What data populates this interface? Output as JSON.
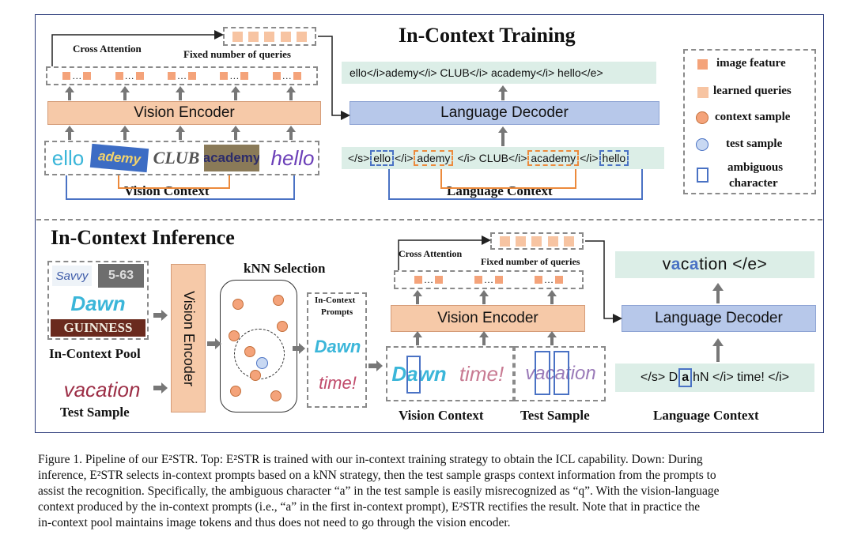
{
  "top": {
    "title": "In-Context Training",
    "cross_attention": "Cross Attention",
    "fixed_queries": "Fixed number of queries",
    "vision_encoder": "Vision Encoder",
    "language_decoder": "Language Decoder",
    "output_sequence": "ello</i>ademy</i> CLUB</i> academy</i> hello</e>",
    "input_seq": {
      "p1": "</s>",
      "w1": "ello",
      "p2": "</i>",
      "w2": "ademy",
      "p3": "</i> CLUB</i>",
      "w3": "academy",
      "p4": "</i>",
      "w4": "hello"
    },
    "vision_words": [
      "ello",
      "ademy",
      "CLUB",
      "academy",
      "hello"
    ],
    "vision_context": "Vision Context",
    "language_context": "Language Context"
  },
  "legend": {
    "image_feature": "image feature",
    "learned_queries": "learned queries",
    "context_sample": "context sample",
    "test_sample": "test sample",
    "ambiguous": "ambiguous",
    "character": "character"
  },
  "bottom": {
    "title": "In-Context Inference",
    "knn": "kNN  Selection",
    "prompts_line1": "In-Context",
    "prompts_line2": "Prompts",
    "cross_attention": "Cross Attention",
    "fixed_queries": "Fixed number of queries",
    "vision_encoder_vertical": "Vision Encoder",
    "vision_encoder": "Vision Encoder",
    "language_decoder": "Language Decoder",
    "output": {
      "pre": "v",
      "a1": "a",
      "mid": "c",
      "a2": "a",
      "post": "tion </e>"
    },
    "pool_words": [
      "Savvy",
      "5-63",
      "Dawn",
      "GUINNESS"
    ],
    "in_context_pool": "In-Context Pool",
    "test_word": "vacation",
    "test_sample": "Test Sample",
    "prompt_words": [
      "Dawn",
      "time!"
    ],
    "vision_words": [
      "Dawn",
      "time!",
      "vacation"
    ],
    "vision_context": "Vision Context",
    "test_sample_label": "Test Sample",
    "lang_seq": {
      "pre": "</s> D",
      "a": "a",
      "post": "hN </i> time! </i>"
    },
    "language_context": "Language Context"
  },
  "caption": {
    "line1": "Figure 1. Pipeline of our E²STR. Top: E²STR is trained with our in-context training strategy to obtain the ICL capability. Down: During",
    "line2": "inference, E²STR selects in-context prompts based on a kNN strategy, then the test sample grasps context information from the prompts to",
    "line3": "assist the recognition. Specifically, the ambiguous character “a” in the test sample is easily misrecognized as “q”. With the vision-language",
    "line4": "context produced by the in-context prompts (i.e., “a” in the first in-context prompt), E²STR rectifies the result. Note that in practice the",
    "line5": "in-context pool maintains image tokens and thus does not need to go through the vision encoder."
  },
  "colors": {
    "feature": "#f4a37a",
    "query": "#f7c4a2",
    "encoder": "#f6c9a8",
    "decoder": "#b7c8ea",
    "sequence": "#dceee7",
    "context_line": "#ec8a3c",
    "test_line": "#4a72c4"
  }
}
